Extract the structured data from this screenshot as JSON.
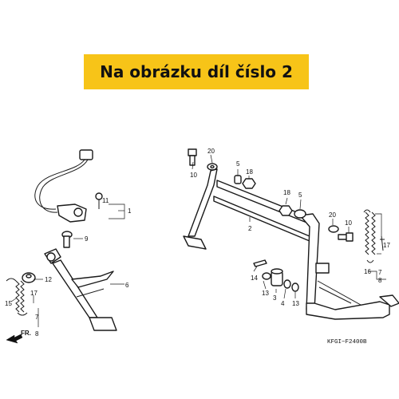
{
  "banner": {
    "text": "Na obrázku díl číslo 2",
    "color": "#f7c418"
  },
  "direction_label": "FR.",
  "diagram_code": "KFGI−F2400B",
  "callouts": {
    "c20a": "20",
    "c10a": "10",
    "c5a": "5",
    "c18a": "18",
    "c2": "2",
    "c18b": "18",
    "c5b": "5",
    "c20b": "20",
    "c10b": "10",
    "c17a": "17",
    "c16": "16",
    "c8b": "8",
    "c7b": "7",
    "c11": "11",
    "c1": "1",
    "c9": "9",
    "c12": "12",
    "c6": "6",
    "c15": "15",
    "c17b": "17",
    "c7a": "7",
    "c8a": "8",
    "c14": "14",
    "c13a": "13",
    "c3": "3",
    "c4": "4",
    "c13b": "13"
  }
}
